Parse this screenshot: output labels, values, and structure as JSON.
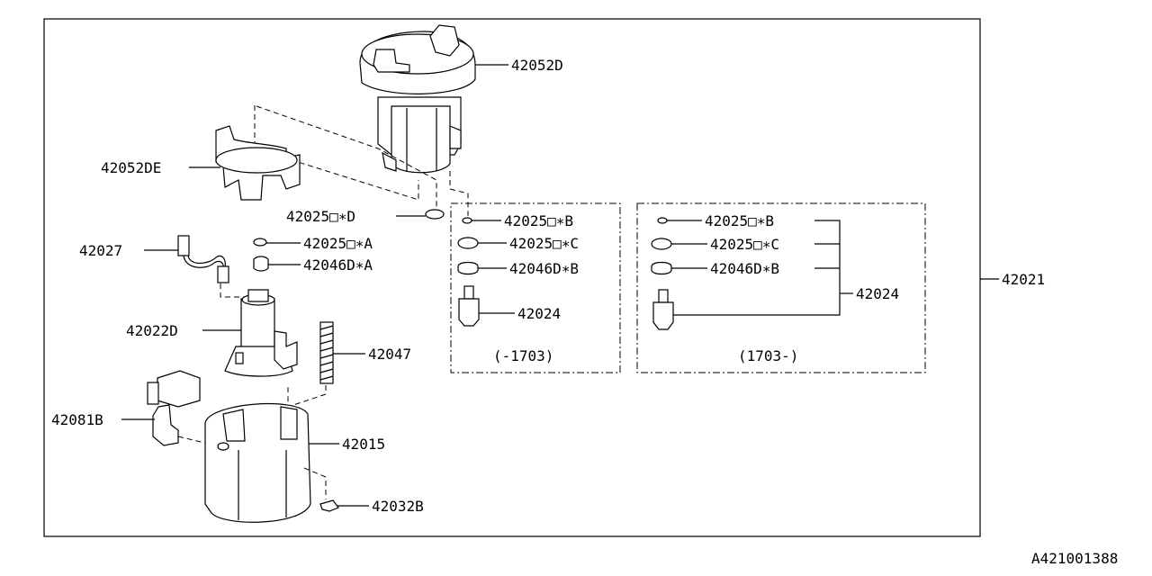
{
  "labels": {
    "p42052D": "42052D",
    "p42052DE": "42052DE",
    "p42025D": "42025□∗D",
    "p42025A": "42025□∗A",
    "p42046DA": "42046D∗A",
    "p42027": "42027",
    "p42022D": "42022D",
    "p42047": "42047",
    "p42081B": "42081B",
    "p42015": "42015",
    "p42032B": "42032B",
    "p42021": "42021",
    "left_box": {
      "p42025B": "42025□∗B",
      "p42025C": "42025□∗C",
      "p42046DB": "42046D∗B",
      "p42024": "42024",
      "range": "(-1703)"
    },
    "right_box": {
      "p42025B": "42025□∗B",
      "p42025C": "42025□∗C",
      "p42046DB": "42046D∗B",
      "p42024": "42024",
      "range": "(1703-)"
    }
  },
  "diagram_id": "A421001388"
}
